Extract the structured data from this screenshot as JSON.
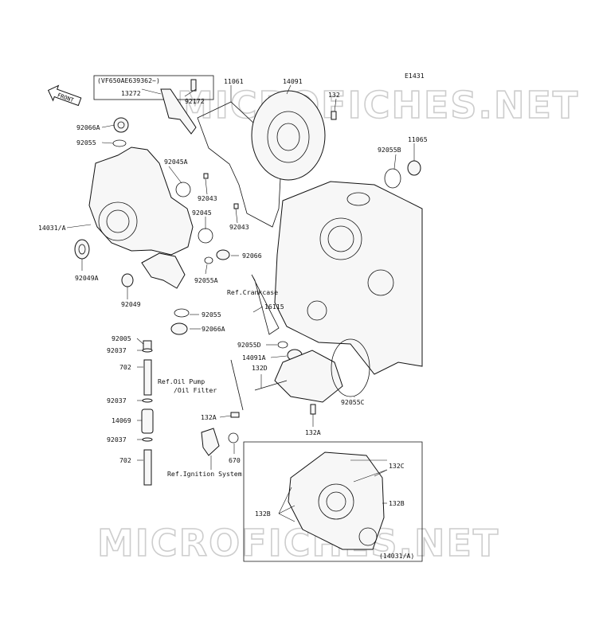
{
  "diagram_code": "E1431",
  "direction_badge": "FRONT",
  "watermarks": [
    "MICROFICHES.NET",
    "MICROFICHES.NET"
  ],
  "callouts": {
    "vf_note": "(VF650AE639362~)",
    "p13272": "13272",
    "p92172": "92172",
    "p11061": "11061",
    "p14091": "14091",
    "p132_top": "132",
    "p92066A_top": "92066A",
    "p92055_top": "92055",
    "p92045A": "92045A",
    "p11065": "11065",
    "p92055B": "92055B",
    "p92043_a": "92043",
    "p92045": "92045",
    "p92043_b": "92043",
    "p14031A": "14031/A",
    "p92066": "92066",
    "p92049A": "92049A",
    "p92055A": "92055A",
    "ref_crankcase": "Ref.Crankcase",
    "p92049": "92049",
    "p16115": "16115",
    "p92055_mid": "92055",
    "p92066A_mid": "92066A",
    "p92005": "92005",
    "p92055D": "92055D",
    "p92037_1": "92037",
    "p14091A": "14091A",
    "p702_1": "702",
    "p132D": "132D",
    "ref_oil_pump_1": "Ref.Oil Pump",
    "ref_oil_pump_2": "/Oil Filter",
    "p92055C": "92055C",
    "p92037_2": "92037",
    "p14069": "14069",
    "p132A_left": "132A",
    "p132A_right": "132A",
    "p92037_3": "92037",
    "p670": "670",
    "p702_2": "702",
    "ref_ignition": "Ref.Ignition System",
    "p132C": "132C",
    "p132B_right": "132B",
    "p132B_left": "132B",
    "inset_caption": "(14031/A)"
  }
}
